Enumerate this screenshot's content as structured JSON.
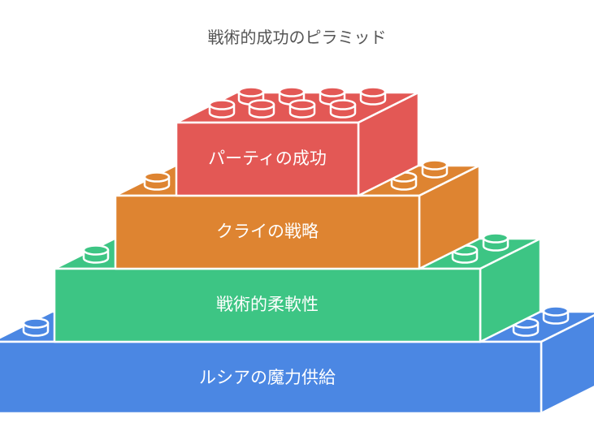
{
  "title": "戦術的成功のピラミッド",
  "bricks": [
    {
      "label": "パーティの成功",
      "color": "#e35855"
    },
    {
      "label": "クライの戦略",
      "color": "#de8431"
    },
    {
      "label": "戦術的柔軟性",
      "color": "#3dc584"
    },
    {
      "label": "ルシアの魔力供給",
      "color": "#4b87e3"
    }
  ]
}
